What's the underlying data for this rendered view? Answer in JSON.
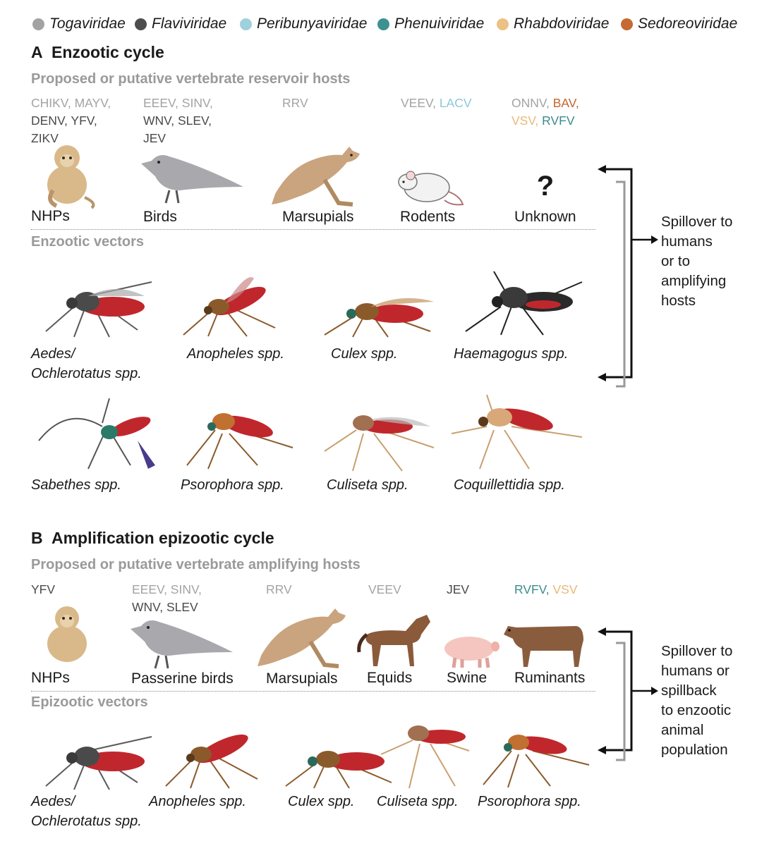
{
  "legend": [
    {
      "label": "Togaviridae",
      "color": "#a3a3a3"
    },
    {
      "label": "Flaviviridae",
      "color": "#4d4d4d"
    },
    {
      "label": "Peribunyaviridae",
      "color": "#9fd0dc"
    },
    {
      "label": "Phenuiviridae",
      "color": "#3e9191"
    },
    {
      "label": "Rhabdoviridae",
      "color": "#edc084"
    },
    {
      "label": "Sedoreoviridae",
      "color": "#c56a34"
    }
  ],
  "section_a": {
    "letter": "A",
    "title": "Enzootic cycle",
    "hosts_heading": "Proposed or putative vertebrate reservoir hosts",
    "vectors_heading": "Enzootic vectors",
    "viruses": {
      "nhp": {
        "chikv_mayv": "CHIKV, MAYV,",
        "denv_yfv": "DENV, YFV,",
        "zikv": "ZIKV"
      },
      "birds": {
        "eeev_sinv": "EEEV, SINV,",
        "wnv_slev": "WNV, SLEV,",
        "jev": "JEV"
      },
      "marsupials": {
        "rrv": "RRV"
      },
      "rodents": {
        "veev": "VEEV,",
        "lacv": "LACV"
      },
      "unknown": {
        "onnv": "ONNV,",
        "bav": "BAV,",
        "vsv": "VSV,",
        "rvfv": "RVFV"
      }
    },
    "hosts": {
      "nhp": "NHPs",
      "birds": "Birds",
      "marsupials": "Marsupials",
      "rodents": "Rodents",
      "unknown": "Unknown",
      "question_mark": "?"
    },
    "vectors": {
      "aedes_line1": "Aedes/",
      "aedes_line2": "Ochlerotatus spp.",
      "anopheles": "Anopheles spp.",
      "culex": "Culex spp.",
      "haemagogus": "Haemagogus spp.",
      "sabethes": "Sabethes spp.",
      "psorophora": "Psorophora spp.",
      "culiseta": "Culiseta spp.",
      "coquillettidia": "Coquillettidia spp."
    },
    "side_text": [
      "Spillover to",
      "humans",
      "or to",
      "amplifying",
      "hosts"
    ]
  },
  "section_b": {
    "letter": "B",
    "title": "Amplification epizootic cycle",
    "hosts_heading": "Proposed or putative vertebrate amplifying hosts",
    "vectors_heading": "Epizootic vectors",
    "viruses": {
      "nhp": {
        "yfv": "YFV"
      },
      "birds": {
        "eeev_sinv": "EEEV, SINV,",
        "wnv_slev": "WNV, SLEV"
      },
      "marsupials": {
        "rrv": "RRV"
      },
      "equids": {
        "veev": "VEEV"
      },
      "swine": {
        "jev": "JEV"
      },
      "ruminants": {
        "rvfv": "RVFV,",
        "vsv": "VSV"
      }
    },
    "hosts": {
      "nhp": "NHPs",
      "birds": "Passerine birds",
      "marsupials": "Marsupials",
      "equids": "Equids",
      "swine": "Swine",
      "ruminants": "Ruminants"
    },
    "vectors": {
      "aedes_line1": "Aedes/",
      "aedes_line2": "Ochlerotatus spp.",
      "anopheles": "Anopheles spp.",
      "culex": "Culex spp.",
      "culiseta": "Culiseta spp.",
      "psorophora": "Psorophora spp."
    },
    "side_text": [
      "Spillover to",
      "humans or",
      "spillback",
      "to enzootic",
      "animal",
      "population"
    ]
  },
  "colors": {
    "primate": "#d9b98a",
    "bird": "#a9a8ad",
    "kangaroo": "#c9a47e",
    "rodent": "#f2f2f2",
    "horse": "#8a5a3a",
    "pig": "#f5c6c0",
    "cow": "#8a5c3e",
    "mosquito_blood": "#c0272d",
    "mosquito_dark": "#4a4a4a",
    "mosquito_brown": "#8b5a2b"
  }
}
